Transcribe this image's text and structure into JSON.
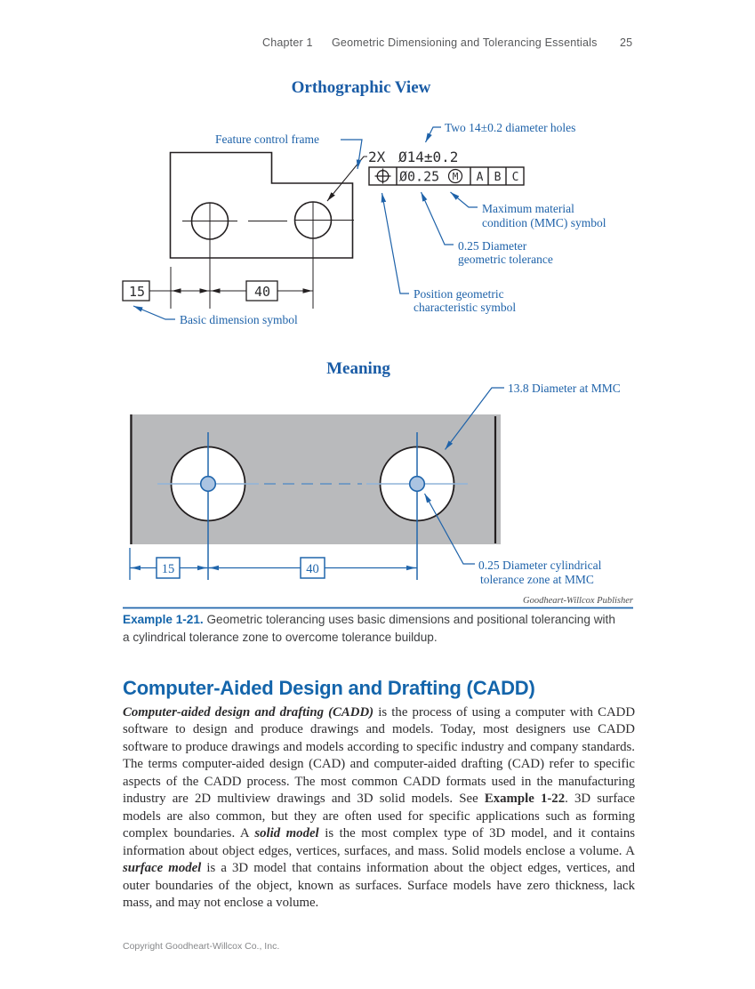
{
  "colors": {
    "figure_blue": "#1e62a9",
    "dim_blue": "#2166ac",
    "heading_serif_blue": "#1a5ca6",
    "heading_sans_blue": "#1465ab",
    "body_text": "#2c2b2d",
    "part_gray": "#b9babc",
    "line_black": "#231f20"
  },
  "header": {
    "chapter": "Chapter 1",
    "title": "Geometric Dimensioning and Tolerancing Essentials",
    "page_number": "25"
  },
  "ortho": {
    "title": "Orthographic View",
    "note_qty": "2X",
    "note_dim": "Ø14±0.2",
    "fcf": {
      "tolerance": "Ø0.25",
      "modifier": "M",
      "datum_a": "A",
      "datum_b": "B",
      "datum_c": "C"
    },
    "dim_15": "15",
    "dim_40": "40",
    "labels": {
      "feature_control_frame": "Feature control frame",
      "two_holes": "Two 14±0.2 diameter holes",
      "mmc_1": "Maximum material",
      "mmc_2": "condition (MMC) symbol",
      "tol_1": "0.25 Diameter",
      "tol_2": "geometric tolerance",
      "pos_1": "Position geometric",
      "pos_2": "characteristic symbol",
      "basic_dim": "Basic dimension symbol"
    }
  },
  "meaning": {
    "title": "Meaning",
    "dim_15": "15",
    "dim_40": "40",
    "labels": {
      "mmc_dia": "13.8 Diameter at MMC",
      "tz_1": "0.25 Diameter cylindrical",
      "tz_2": "tolerance zone at MMC"
    }
  },
  "credit": "Goodheart-Willcox Publisher",
  "caption": {
    "label": "Example 1-21.",
    "text": " Geometric tolerancing uses basic dimensions and positional tolerancing with a cylindrical tolerance zone to overcome tolerance buildup."
  },
  "section": {
    "heading": "Computer-Aided Design and Drafting (CADD)",
    "p_lead": "Computer-aided design and drafting (CADD)",
    "p_a": " is the process of using a computer with CADD software to design and produce drawings and models. Today, most designers use CADD software to produce drawings and models according to specific industry and company standards. The terms computer-aided design (CAD) and computer-aided drafting (CAD) refer to specific aspects of the CADD process. The most common CADD formats used in the manufacturing industry are 2D multiview drawings and 3D solid models. See ",
    "p_ref": "Example 1-22",
    "p_b": ". 3D surface models are also common, but they are often used for specific applications such as forming complex boundaries. A ",
    "p_solid": "solid model",
    "p_c": " is the most complex type of 3D model, and it contains information about object edges, vertices, surfaces, and mass. Solid models enclose a volume. A ",
    "p_surface": "surface model",
    "p_d": " is a 3D model that contains information about the object edges, vertices, and outer boundaries of the object, known as surfaces. Surface models have zero thickness, lack mass, and may not enclose a volume."
  },
  "footer": "Copyright Goodheart-Willcox Co., Inc."
}
